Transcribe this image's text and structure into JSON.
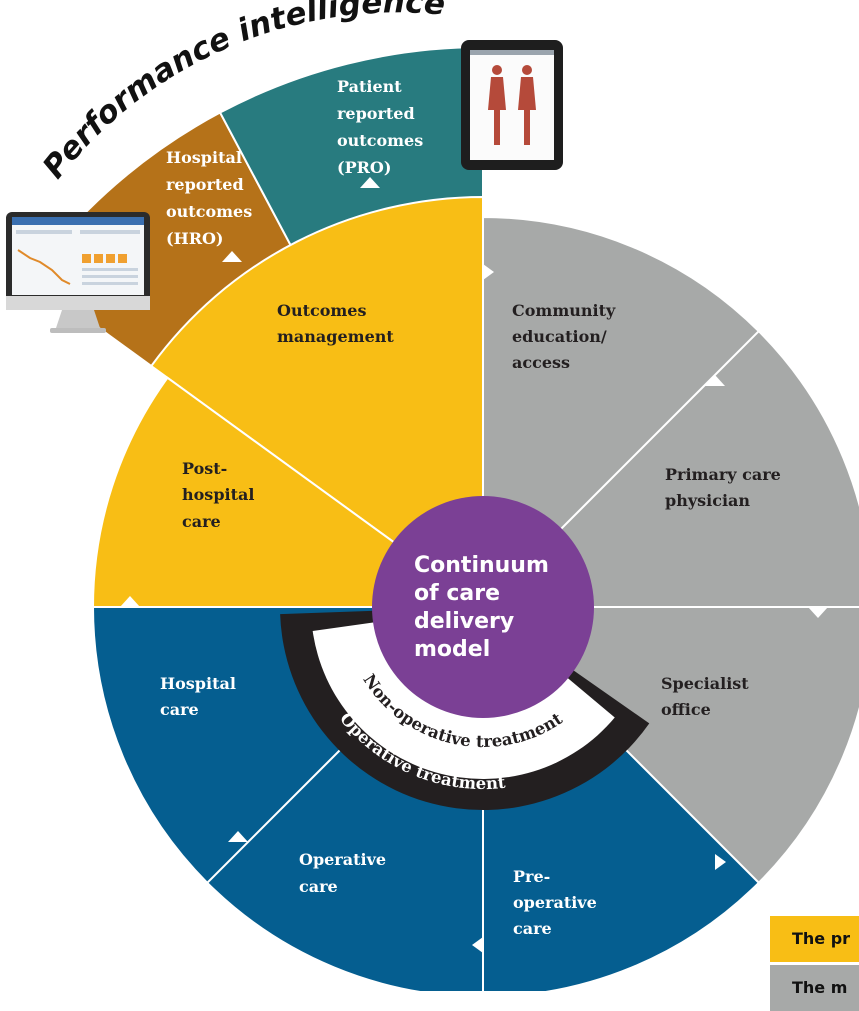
{
  "title": "Performance intelligence",
  "center": [
    "Continuum",
    "of care",
    "delivery",
    "model"
  ],
  "rings": {
    "inner": "Non-operative treatment",
    "outer": "Operative treatment"
  },
  "segments": {
    "hro": [
      "Hospital",
      "reported",
      "outcomes",
      "(HRO)"
    ],
    "pro": [
      "Patient",
      "reported",
      "outcomes",
      "(PRO)"
    ],
    "outcomes_management": [
      "Outcomes",
      "management"
    ],
    "post_hospital": [
      "Post-",
      "hospital",
      "care"
    ],
    "community": [
      "Community",
      "education/",
      "access"
    ],
    "primary_care": [
      "Primary care",
      "physician"
    ],
    "specialist": [
      "Specialist",
      "office"
    ],
    "hospital_care": [
      "Hospital",
      "care"
    ],
    "operative_care": [
      "Operative",
      "care"
    ],
    "pre_operative": [
      "Pre-",
      "operative",
      "care"
    ]
  },
  "legend": {
    "item1": "The pr",
    "item2": "The m"
  },
  "colors": {
    "yellow": "#F8BE15",
    "gray": "#A7A9A8",
    "blue": "#055E90",
    "teal": "#287B7F",
    "brown": "#B57219",
    "purple": "#7B4095",
    "black": "#231F20"
  },
  "icons": {
    "monitor": "desktop-monitor-icon",
    "tablet": "tablet-icon"
  }
}
